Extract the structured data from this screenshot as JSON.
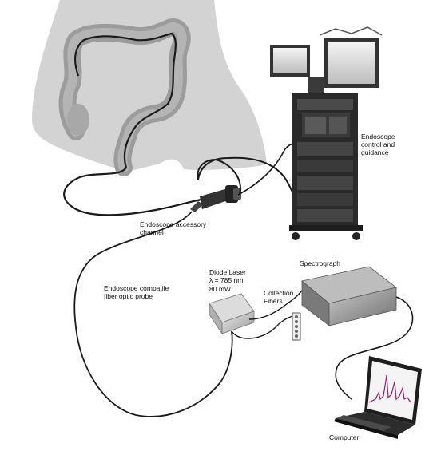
{
  "labels": {
    "endoscope_control": "Endoscope\ncontrol and\nguidance",
    "accessory_channel": "Endoscope accessory\nchannel",
    "probe": "Endoscope compatile\nfiber optic probe",
    "laser_title": "Diode Laser",
    "laser_wavelength": "λ = 785 nm",
    "laser_power": "80 mW",
    "collection_fibers": "Collection\nFibers",
    "spectrograph": "Spectrograph",
    "computer": "Computer"
  },
  "colors": {
    "torso": "#cfcfcf",
    "colon": "#9c9c9c",
    "cable": "#1a1a1a",
    "cart": "#2a2a2a",
    "box": "#8a8a8a",
    "laptop": "#1e1e1e",
    "spectrum": "#9b1d6a"
  },
  "icons": [
    "torso-illustration",
    "colon-illustration",
    "endoscope-cart-icon",
    "endoscope-handle-icon",
    "diode-laser-box-icon",
    "fiber-bundle-icon",
    "spectrograph-box-icon",
    "laptop-icon"
  ]
}
